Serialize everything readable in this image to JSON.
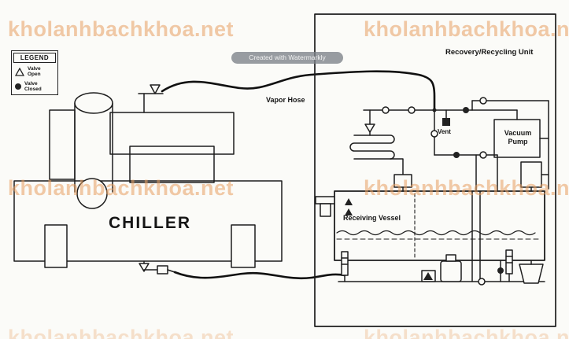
{
  "page": {
    "background": "#fbfbf8",
    "ink": "#1d1d1d"
  },
  "watermarks": {
    "text": "kholanhbachkhoa.net",
    "badge": "Created with Watermarkly",
    "color": "#e89e61"
  },
  "legend": {
    "title": "LEGEND",
    "items": [
      {
        "icon": "valve-open-icon",
        "label": "Valve Open"
      },
      {
        "icon": "valve-closed-icon",
        "label": "Valve Closed"
      }
    ]
  },
  "diagram": {
    "chiller_label": "CHILLER",
    "recovery_unit_label": "Recovery/Recycling Unit",
    "vapor_hose_label": "Vapor Hose",
    "vent_label": "Vent",
    "vacuum_pump_label": "Vacuum Pump",
    "receiving_vessel_label": "Receiving Vessel"
  }
}
